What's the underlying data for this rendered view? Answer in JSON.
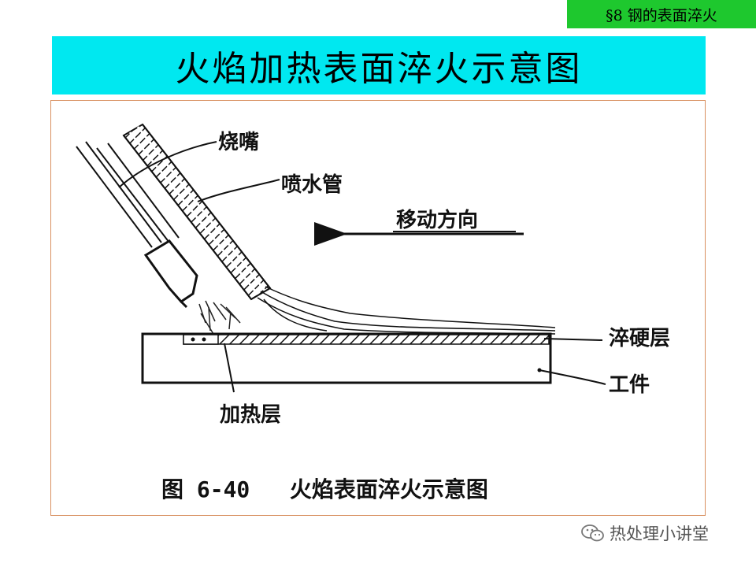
{
  "header": {
    "section_badge": "§8  钢的表面淬火",
    "title": "火焰加热表面淬火示意图"
  },
  "diagram": {
    "labels": {
      "torch": "烧嘴",
      "water_pipe": "喷水管",
      "direction": "移动方向",
      "hardened_layer": "淬硬层",
      "workpiece": "工件",
      "heated_layer": "加热层"
    },
    "caption": "图 6-40   火焰表面淬火示意图"
  },
  "watermark": {
    "text": "热处理小讲堂",
    "icon": "wechat-icon"
  }
}
